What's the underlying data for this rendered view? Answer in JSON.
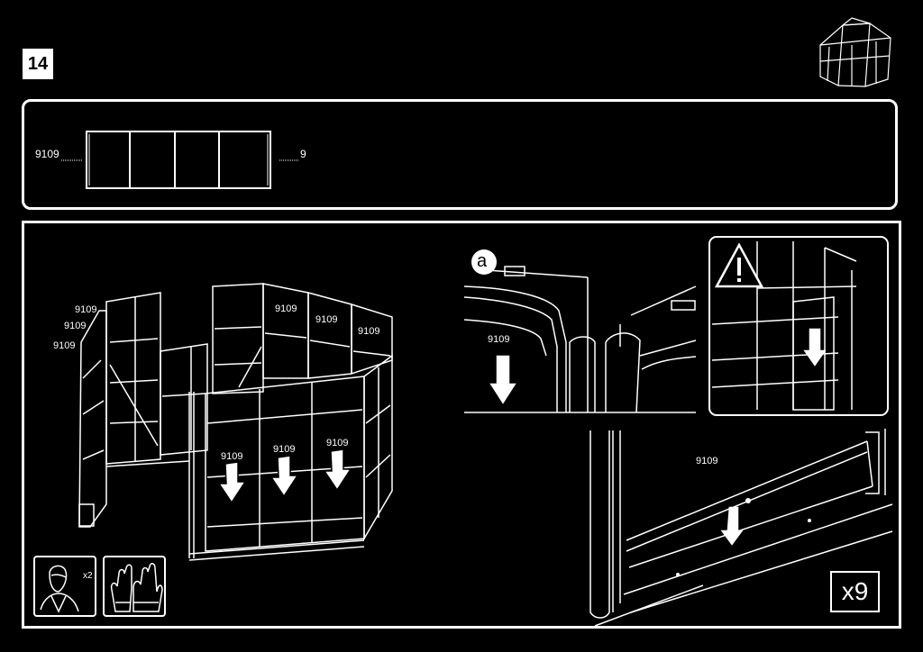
{
  "step": {
    "number": "14"
  },
  "parts": {
    "part_code": "9109",
    "quantity": "9"
  },
  "assembly": {
    "left_labels": [
      "9109",
      "9109",
      "9109"
    ],
    "top_labels": [
      "9109",
      "9109",
      "9109"
    ],
    "arrow_labels": [
      "9109",
      "9109",
      "9109"
    ],
    "detail_a_marker": "a",
    "detail_a_label": "9109",
    "detail_bottom_label": "9109",
    "repeat_count": "x9"
  },
  "safety": {
    "helpers_count": "x2"
  },
  "icons": [
    "greenhouse-thumbnail-icon",
    "warning-icon",
    "two-person-icon",
    "gloves-icon",
    "down-arrow-icon"
  ],
  "colors": {
    "background": "#000000",
    "foreground": "#ffffff"
  }
}
